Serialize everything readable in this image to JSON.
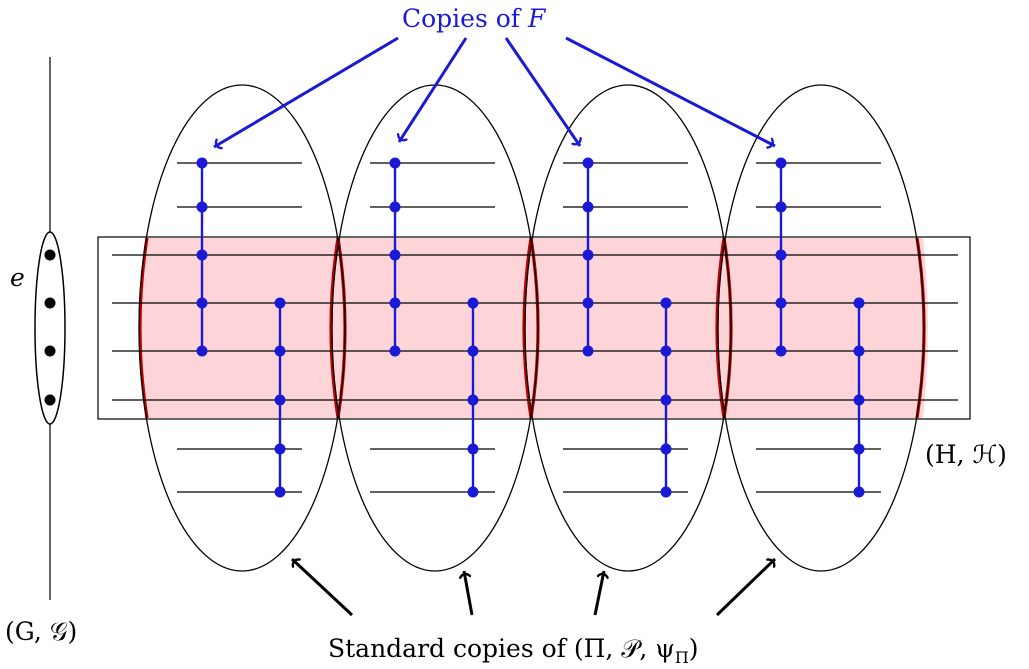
{
  "labels": {
    "copies_of_f": "Copies of F",
    "copies_of_f_prefix": "Copies of ",
    "copies_of_f_var": "F",
    "e": "e",
    "g_pair": "(G, 𝒢)",
    "h_pair": "(H, ℋ)",
    "standard_copies": "Standard copies of (Π, 𝒫, ψ_Π)",
    "standard_copies_prefix": "Standard copies of (Π, 𝒫, ψ",
    "standard_copies_sub": "Π",
    "standard_copies_suffix": ")"
  },
  "colors": {
    "blue": "#1a1ad6",
    "red": "#c00000",
    "pink_fill": "#fdd5d8",
    "black": "#000000"
  },
  "structure": {
    "copies_count": 4,
    "dots_on_e": 4,
    "left_chain_dots": 5,
    "right_chain_dots": 5
  }
}
